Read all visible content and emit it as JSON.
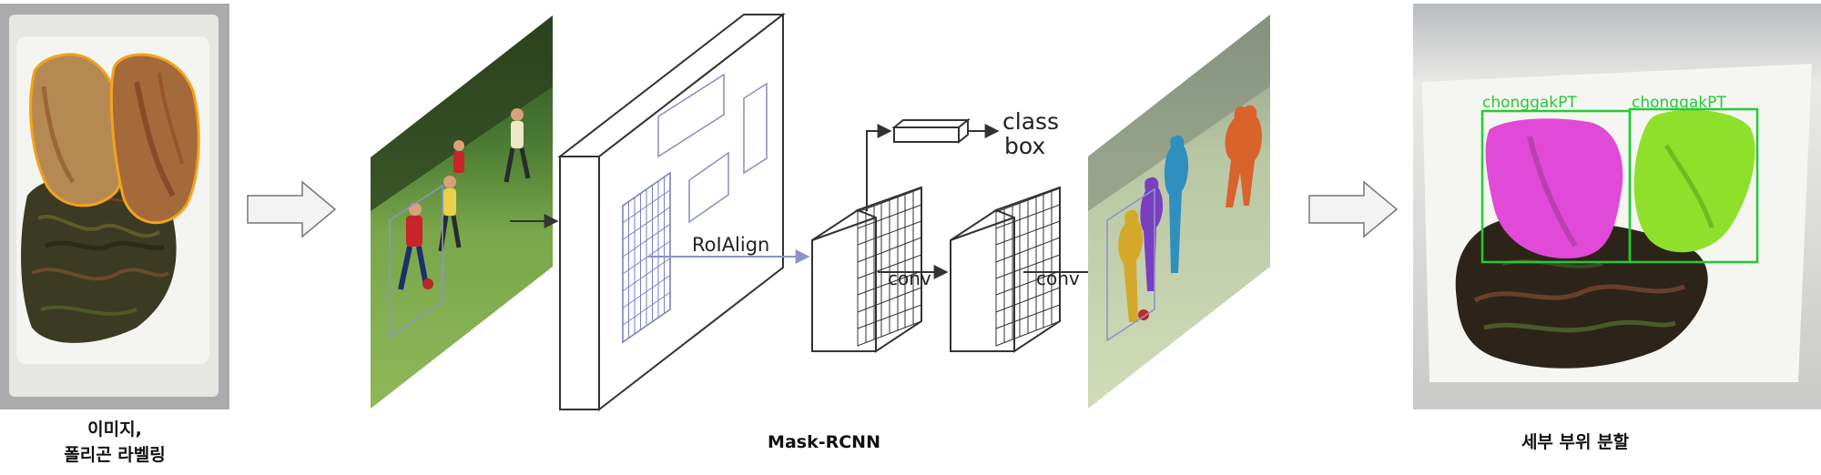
{
  "captions": {
    "input": [
      "이미지,",
      "폴리곤 라벨링"
    ],
    "model": "Mask-RCNN",
    "output": "세부 부위 분할"
  },
  "diagram_labels": {
    "roi_align": "RoIAlign",
    "conv_1": "conv",
    "conv_2": "conv",
    "head_class": "class",
    "head_box": "box"
  },
  "detections": [
    {
      "label": "chonggakPT",
      "color": "#22cc33"
    },
    {
      "label": "chonggakPT",
      "color": "#22cc33"
    }
  ],
  "colors": {
    "roi_grid": "#7a7fc0",
    "roi_arrow": "#8e93c8",
    "segment_magenta": "#e04ad6",
    "segment_lime": "#8ee02a",
    "bbox_green": "#22cc33",
    "flow_arrow_fill": "#f3f3f3",
    "flow_arrow_stroke": "#777777"
  }
}
